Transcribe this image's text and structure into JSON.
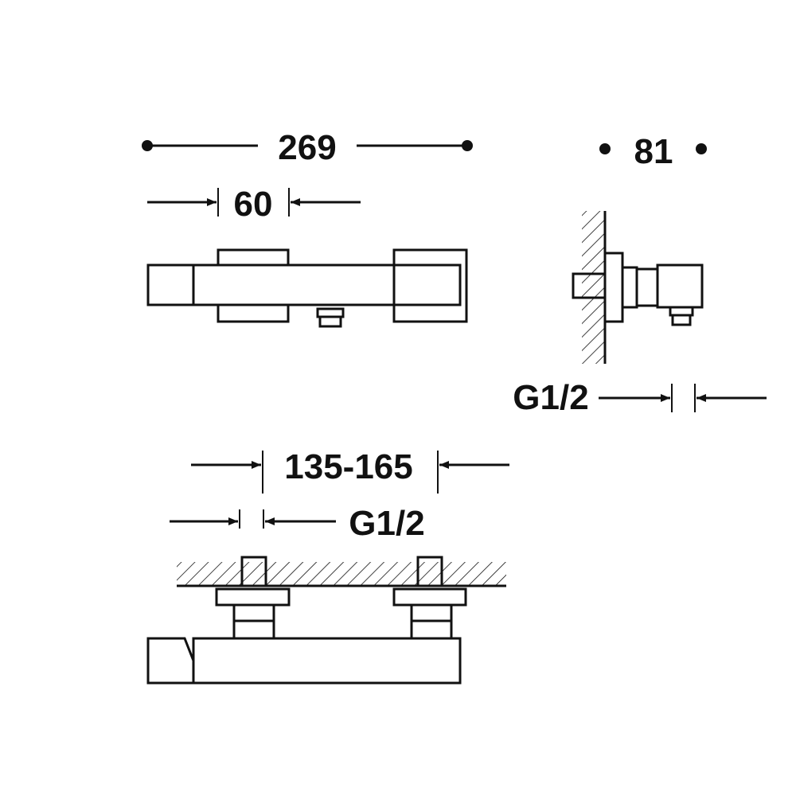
{
  "drawing": {
    "front_view": {
      "overall_width": "269",
      "handle_width": "60"
    },
    "side_view": {
      "depth": "81",
      "outlet_thread": "G1/2"
    },
    "top_view": {
      "inlet_spacing": "135-165",
      "inlet_thread": "G1/2"
    }
  },
  "colors": {
    "line": "#111111",
    "background": "#ffffff"
  }
}
